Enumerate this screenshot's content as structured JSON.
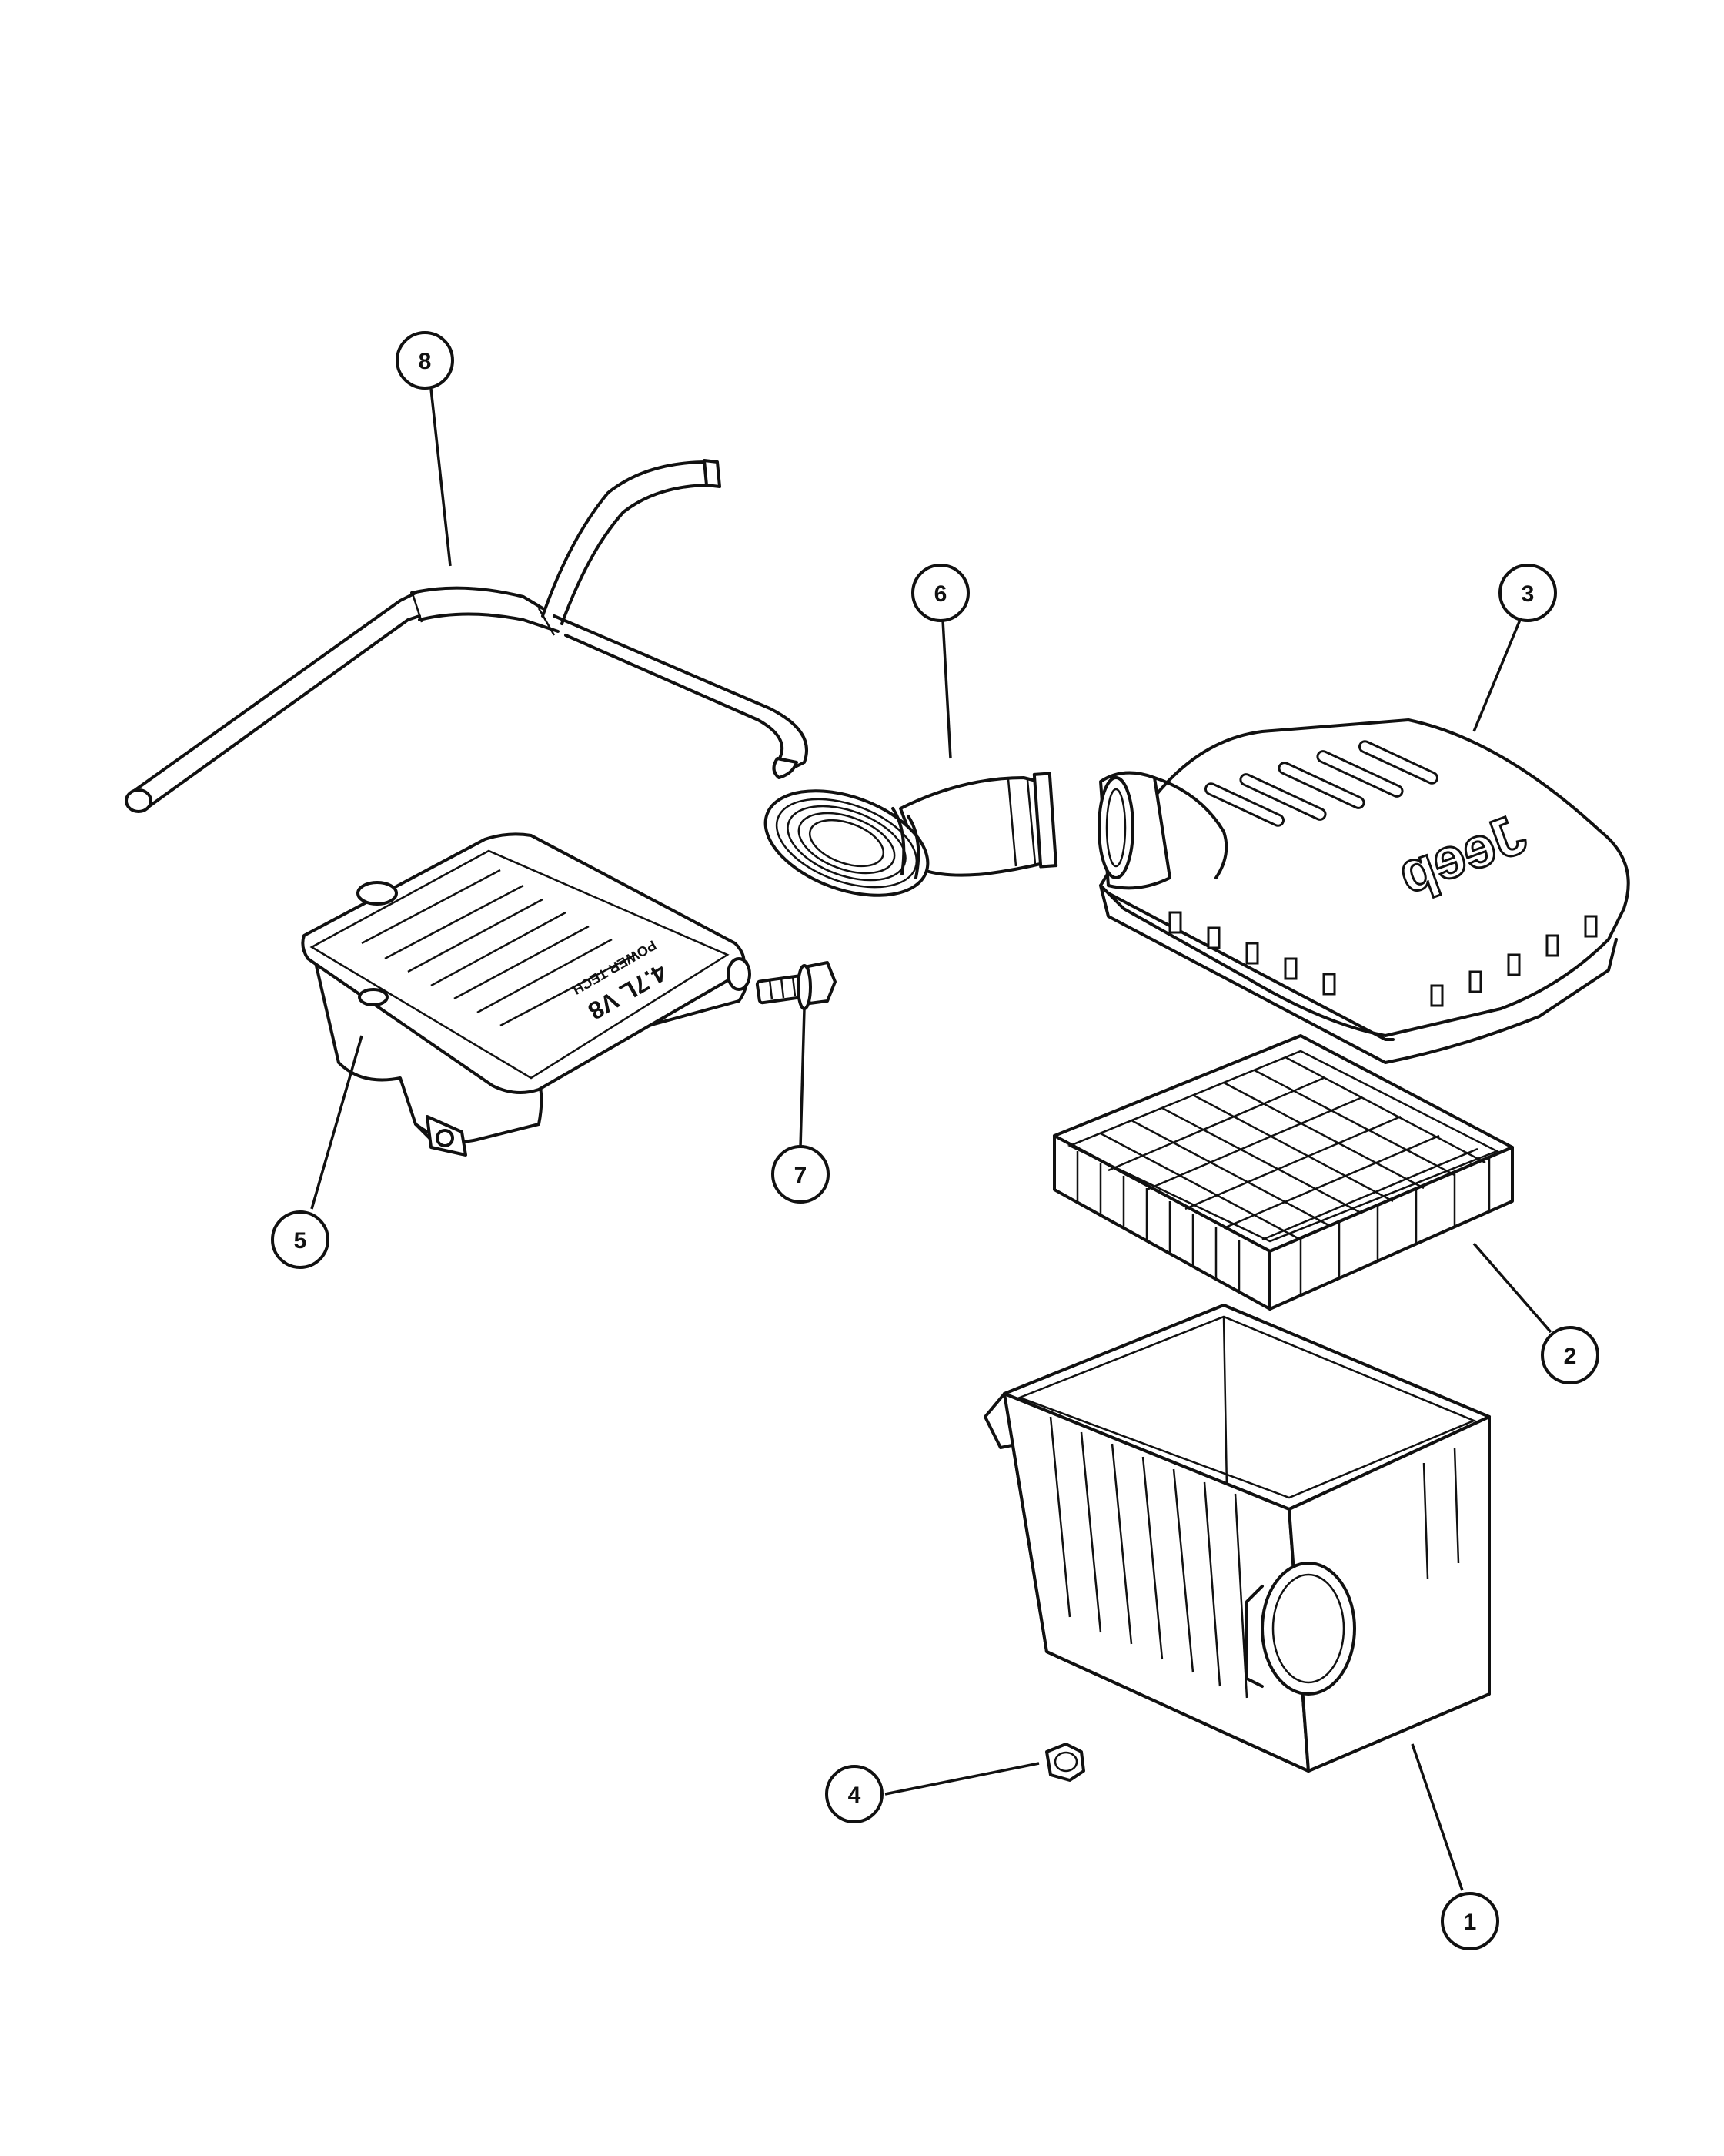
{
  "callouts": [
    {
      "id": "1",
      "label": "1"
    },
    {
      "id": "2",
      "label": "2"
    },
    {
      "id": "3",
      "label": "3"
    },
    {
      "id": "4",
      "label": "4"
    },
    {
      "id": "5",
      "label": "5"
    },
    {
      "id": "6",
      "label": "6"
    },
    {
      "id": "7",
      "label": "7"
    },
    {
      "id": "8",
      "label": "8"
    }
  ],
  "part_markings": {
    "lid_brand": "Jeep",
    "engine_cover_displacement": "4.7L V8",
    "engine_cover_line2": "POWER TECH"
  }
}
